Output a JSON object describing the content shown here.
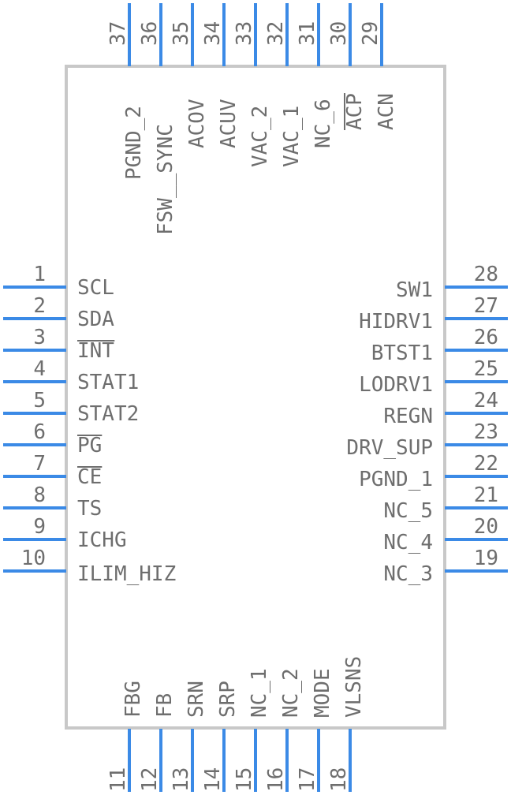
{
  "colors": {
    "pin": "#3b8ae6",
    "body": "#c8c8c8",
    "text": "#6e6e6e"
  },
  "pins": {
    "left": [
      {
        "num": "1",
        "name": "SCL"
      },
      {
        "num": "2",
        "name": "SDA"
      },
      {
        "num": "3",
        "name": "INT",
        "overbar": true
      },
      {
        "num": "4",
        "name": "STAT1"
      },
      {
        "num": "5",
        "name": "STAT2"
      },
      {
        "num": "6",
        "name": "PG",
        "overbar": true
      },
      {
        "num": "7",
        "name": "CE",
        "overbar": true
      },
      {
        "num": "8",
        "name": "TS"
      },
      {
        "num": "9",
        "name": "ICHG"
      },
      {
        "num": "10",
        "name": "ILIM_HIZ"
      }
    ],
    "bottom": [
      {
        "num": "11",
        "name": "FBG"
      },
      {
        "num": "12",
        "name": "FB"
      },
      {
        "num": "13",
        "name": "SRN"
      },
      {
        "num": "14",
        "name": "SRP"
      },
      {
        "num": "15",
        "name": "NC_1"
      },
      {
        "num": "16",
        "name": "NC_2"
      },
      {
        "num": "17",
        "name": "MODE"
      },
      {
        "num": "18",
        "name": "VLSNS"
      }
    ],
    "right": [
      {
        "num": "19",
        "name": "NC_3"
      },
      {
        "num": "20",
        "name": "NC_4"
      },
      {
        "num": "21",
        "name": "NC_5"
      },
      {
        "num": "22",
        "name": "PGND_1"
      },
      {
        "num": "23",
        "name": "DRV_SUP"
      },
      {
        "num": "24",
        "name": "REGN"
      },
      {
        "num": "25",
        "name": "LODRV1"
      },
      {
        "num": "26",
        "name": "BTST1"
      },
      {
        "num": "27",
        "name": "HIDRV1"
      },
      {
        "num": "28",
        "name": "SW1"
      }
    ],
    "top": [
      {
        "num": "29",
        "name": "ACN"
      },
      {
        "num": "30",
        "name": "ACP",
        "overbar": true
      },
      {
        "num": "31",
        "name": "NC_6"
      },
      {
        "num": "32",
        "name": "VAC_1"
      },
      {
        "num": "33",
        "name": "VAC_2"
      },
      {
        "num": "34",
        "name": "ACUV"
      },
      {
        "num": "35",
        "name": "ACOV"
      },
      {
        "num": "36",
        "name": "FSW__SYNC"
      },
      {
        "num": "37",
        "name": "PGND_2"
      }
    ]
  }
}
